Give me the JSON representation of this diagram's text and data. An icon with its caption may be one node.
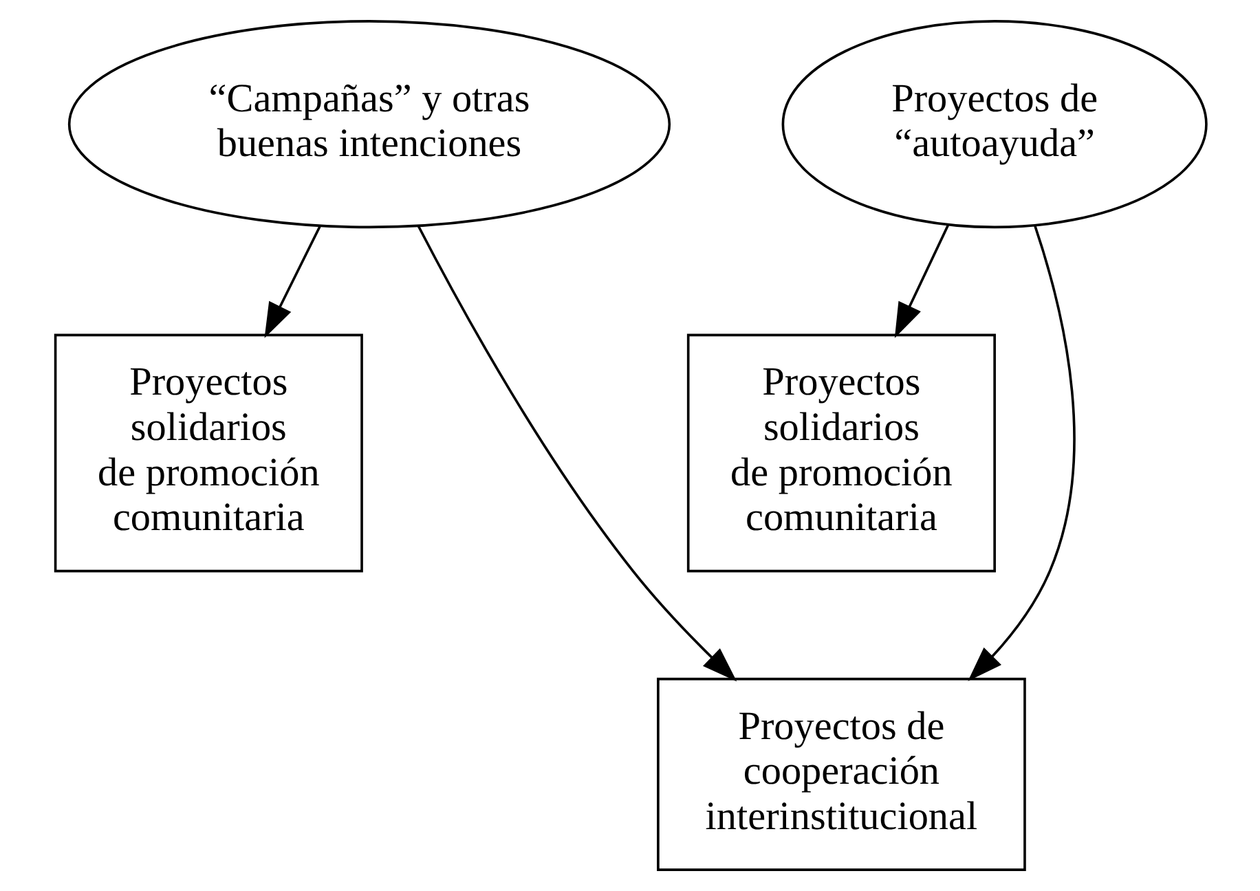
{
  "diagram": {
    "nodes": [
      {
        "text": [
          "“Campañas” y otras buenas intenciones"
        ]
      },
      {
        "text": [
          "Proyectos de “autoayuda”"
        ]
      },
      {
        "text": [
          "Proyectos solidarios de promoción comunitaria"
        ]
      },
      {
        "text": [
          "Proyectos solidarios de promoción comunitaria"
        ]
      },
      {
        "text": [
          "Proyectos de cooperación interinstitucional"
        ]
      }
    ],
    "edges": [
      {
        "from": 0,
        "to": 2,
        "arrow": "to"
      },
      {
        "from": 0,
        "to": 4,
        "arrow": "to"
      },
      {
        "from": 1,
        "to": 4,
        "arrow": "to"
      },
      {
        "from": 1,
        "to": 3,
        "arrow": "to"
      }
    ]
  }
}
